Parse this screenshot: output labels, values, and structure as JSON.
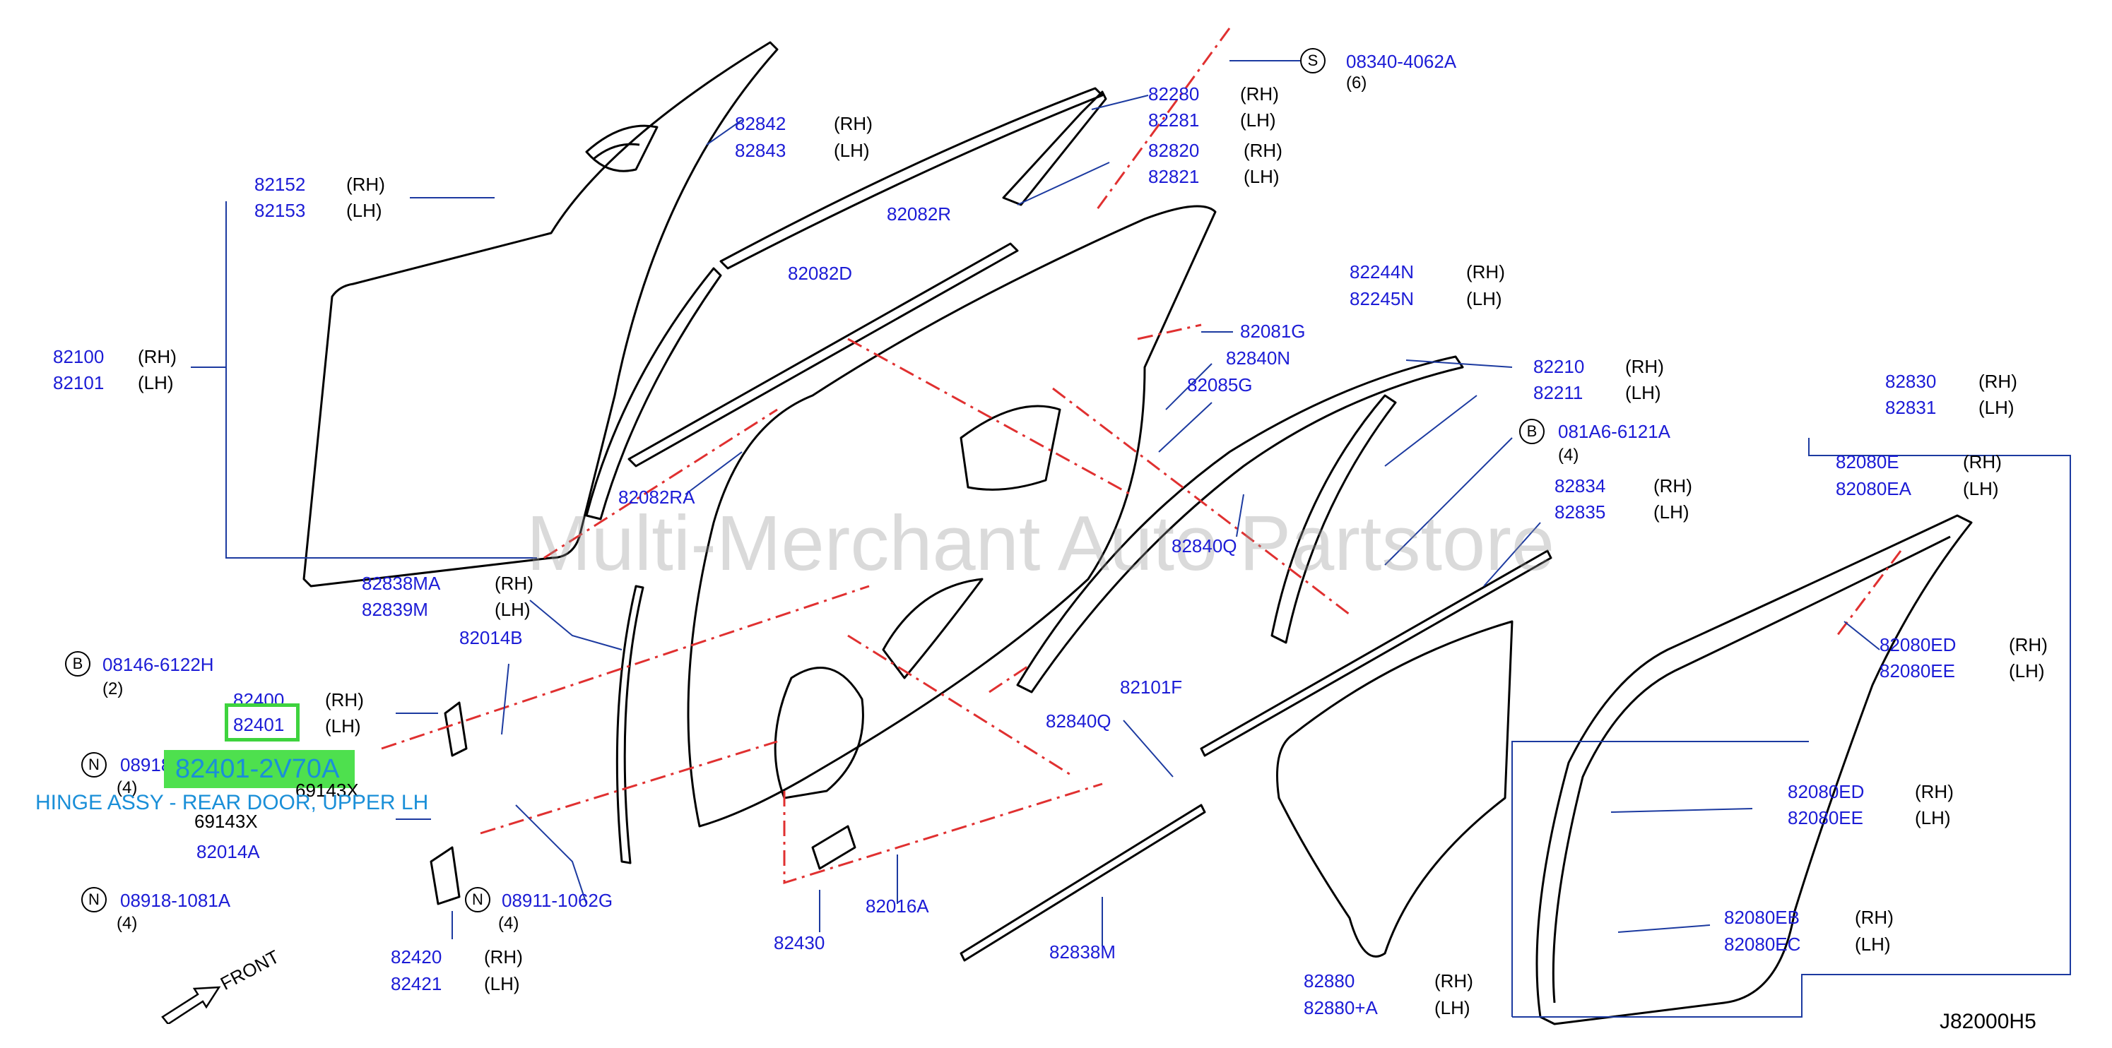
{
  "diagram_code": "J82000H5",
  "watermark": "Multi-Merchant Auto Partstore",
  "front_label": "FRONT",
  "highlight": {
    "part_number": "82401-2V70A",
    "description": "HINGE ASSY - REAR DOOR, UPPER LH"
  },
  "rh": "(RH)",
  "lh": "(LH)",
  "callouts": {
    "s_08340": "08340-4062A",
    "s_08340_qty": "(6)",
    "p82280": "82280",
    "p82281": "82281",
    "p82820": "82820",
    "p82821": "82821",
    "p82842": "82842",
    "p82843": "82843",
    "p82152": "82152",
    "p82153": "82153",
    "p82082R": "82082R",
    "p82082D": "82082D",
    "p82100": "82100",
    "p82101": "82101",
    "p82244N": "82244N",
    "p82245N": "82245N",
    "p82081G": "82081G",
    "p82840N": "82840N",
    "p82085G": "82085G",
    "p82210": "82210",
    "p82211": "82211",
    "b_081A6": "081A6-6121A",
    "b_081A6_qty": "(4)",
    "p82830": "82830",
    "p82831": "82831",
    "p82080E": "82080E",
    "p82080EA": "82080EA",
    "p82082RA": "82082RA",
    "p82834": "82834",
    "p82835": "82835",
    "p82840Q_a": "82840Q",
    "p82838MA": "82838MA",
    "p82839M": "82839M",
    "p82014B": "82014B",
    "b_08146": "08146-6122H",
    "b_08146_qty": "(2)",
    "p82400": "82400",
    "p82401": "82401",
    "n_08918_a": "08918-1081A",
    "n_08918_a_qty": "(4)",
    "p69143X_a": "69143X",
    "p69143X_b": "69143X",
    "p82014A": "82014A",
    "n_08918_b": "08918-1081A",
    "n_08918_b_qty": "(4)",
    "n_08911": "08911-1062G",
    "n_08911_qty": "(4)",
    "p82420": "82420",
    "p82421": "82421",
    "p82840Q_b": "82840Q",
    "p82101F": "82101F",
    "p82430": "82430",
    "p82016A": "82016A",
    "p82838M": "82838M",
    "p82080ED": "82080ED",
    "p82080EE": "82080EE",
    "p82080ED_b": "82080ED",
    "p82080EE_b": "82080EE",
    "p82080EB": "82080EB",
    "p82080EC": "82080EC",
    "p82880": "82880",
    "p82880plus": "82880+A"
  },
  "circle_letters": {
    "s": "S",
    "b": "B",
    "n": "N"
  }
}
